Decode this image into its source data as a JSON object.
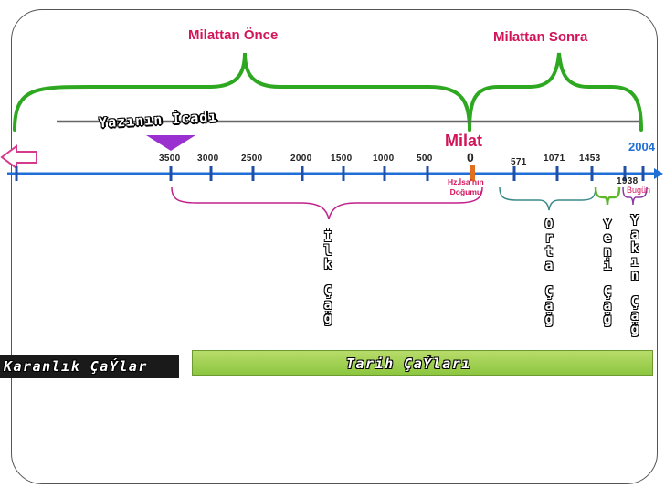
{
  "headers": {
    "before": "Milattan Önce",
    "after": "Milattan Sonra"
  },
  "invention": "Yazının İcadı",
  "milat": {
    "label": "Milat",
    "zero": "0",
    "birth_line1": "Hz.İsa’nın",
    "birth_line2": "Doğumu"
  },
  "years_bc": [
    "3500",
    "3000",
    "2500",
    "2000",
    "1500",
    "1000",
    "500"
  ],
  "years_ad": [
    "571",
    "1071",
    "1453"
  ],
  "year_1938": "1938",
  "year_2004": "2004",
  "today": "Bugün",
  "ages": {
    "ilk": [
      "İ",
      "l",
      "k",
      "",
      "Ç",
      "a",
      "ğ"
    ],
    "orta": [
      "O",
      "r",
      "t",
      "a",
      "",
      "Ç",
      "a",
      "ğ"
    ],
    "yeni": [
      "Y",
      "e",
      "n",
      "i",
      "",
      "Ç",
      "a",
      "ğ"
    ],
    "yakin": [
      "Y",
      "a",
      "k",
      "ı",
      "n",
      "",
      "Ç",
      "a",
      "ğ"
    ]
  },
  "bars": {
    "dark": "Karanlık ÇaÝlar",
    "history": "Tarih ÇaÝları"
  },
  "colors": {
    "axis": "#1f6fd6",
    "brace_green": "#2ea820",
    "brace_magenta": "#c0208a",
    "brace_teal": "#3a8a8a",
    "accent": "#d4145a",
    "triangle": "#9b30d0"
  }
}
